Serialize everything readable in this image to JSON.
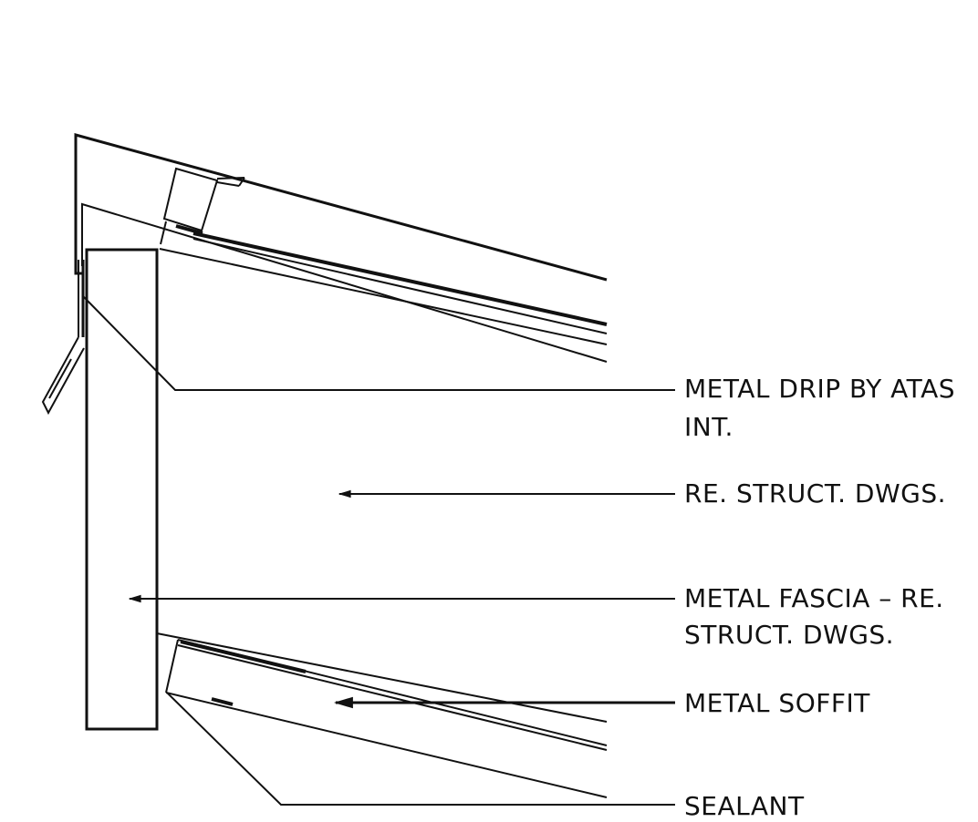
{
  "labels": {
    "drip": {
      "line1": "METAL DRIP BY ATAS",
      "line2": "INT."
    },
    "struct": "RE. STRUCT. DWGS.",
    "fascia": {
      "line1": "METAL FASCIA – RE.",
      "line2": "STRUCT. DWGS."
    },
    "soffit": "METAL SOFFIT",
    "sealant": "SEALANT"
  },
  "colors": {
    "ink": "#111111",
    "background": "#ffffff"
  }
}
